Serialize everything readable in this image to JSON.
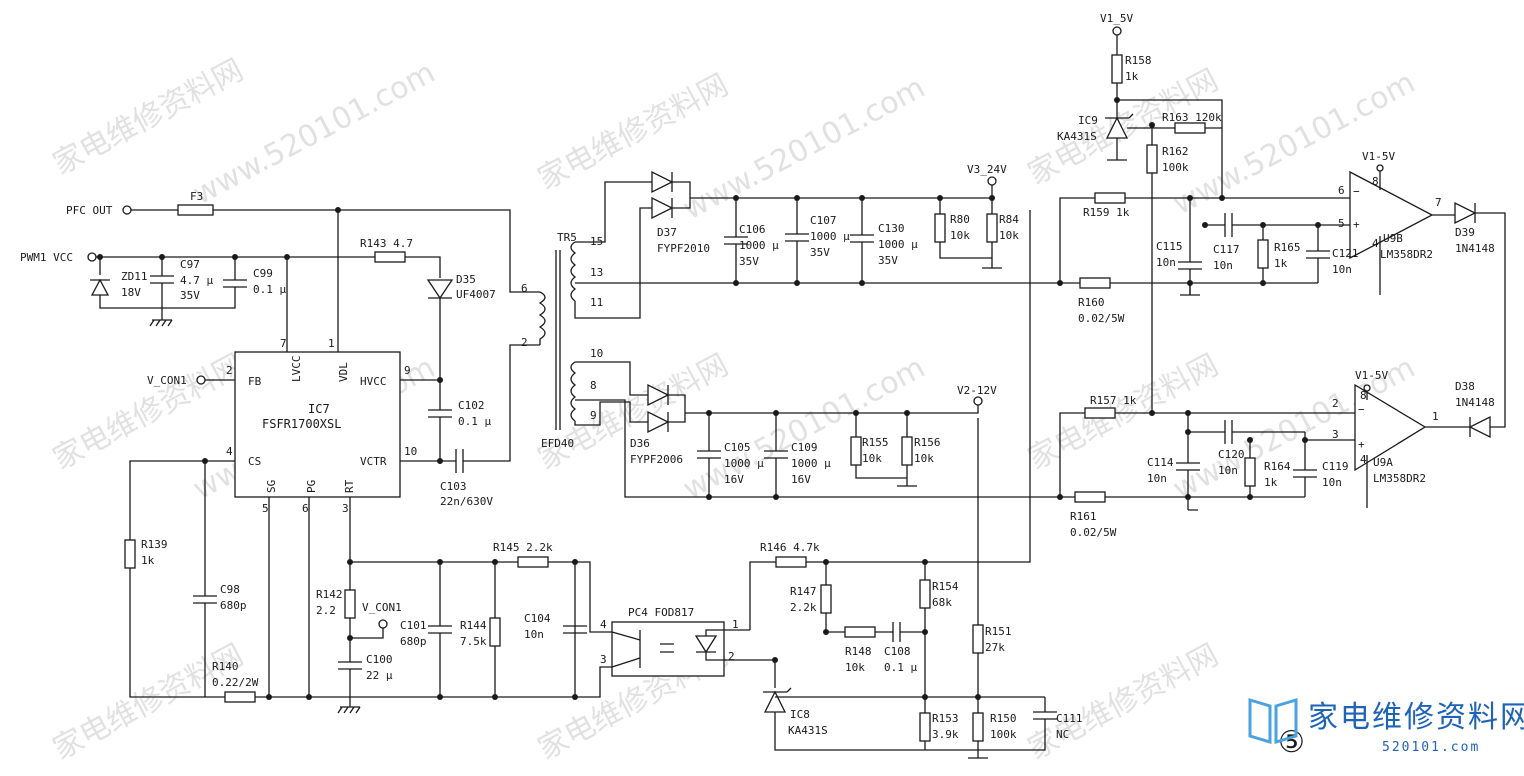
{
  "nets": {
    "pfc_out": "PFC OUT",
    "pwm1_vcc": "PWM1 VCC",
    "v_con1_a": "V_CON1",
    "v_con1_b": "V_CON1",
    "v3": "V3_24V",
    "v1_top": "V1_5V",
    "v1_u9b": "V1-5V",
    "v1_u9a": "V1-5V",
    "v2": "V2-12V"
  },
  "ic7": {
    "ref": "IC7",
    "part": "FSFR1700XSL",
    "pins": [
      "FB",
      "LVCC",
      "VDL",
      "HVCC",
      "CS",
      "SG",
      "PG",
      "RT",
      "VCTR"
    ],
    "pin_numbers": [
      "2",
      "7",
      "1",
      "9",
      "4",
      "5",
      "6",
      "3",
      "10"
    ]
  },
  "components": {
    "f3": "F3",
    "zd11": "ZD11",
    "zd11_val": "18V",
    "c97": "C97",
    "c97_val": "4.7 μ",
    "c97_v": "35V",
    "c99": "C99",
    "c99_val": "0.1 μ",
    "r143": "R143 4.7",
    "d35": "D35",
    "d35_val": "UF4007",
    "c102": "C102",
    "c102_val": "0.1 μ",
    "c103": "C103",
    "c103_val": "22n/630V",
    "r139": "R139",
    "r139_val": "1k",
    "c98": "C98",
    "c98_val": "680p",
    "r140": "R140",
    "r140_val": "0.22/2W",
    "r142": "R142",
    "r142_val": "2.2",
    "c100": "C100",
    "c100_val": "22 μ",
    "c101": "C101",
    "c101_val": "680p",
    "r144": "R144",
    "r144_val": "7.5k",
    "r145": "R145 2.2k",
    "c104": "C104",
    "c104_val": "10n",
    "pc4": "PC4 FOD817",
    "tr5": "TR5",
    "efd40": "EFD40",
    "d37": "D37",
    "d37_val": "FYPF2010",
    "c106": "C106",
    "c106_val": "1000 μ",
    "c106_v": "35V",
    "c107": "C107",
    "c107_val": "1000 μ",
    "c107_v": "35V",
    "c130": "C130",
    "c130_val": "1000 μ",
    "c130_v": "35V",
    "r80": "R80",
    "r80_val": "10k",
    "r84": "R84",
    "r84_val": "10k",
    "d36": "D36",
    "d36_val": "FYPF2006",
    "c105": "C105",
    "c105_val": "1000 μ",
    "c105_v": "16V",
    "c109": "C109",
    "c109_val": "1000 μ",
    "c109_v": "16V",
    "r155": "R155",
    "r155_val": "10k",
    "r156": "R156",
    "r156_val": "10k",
    "r146": "R146 4.7k",
    "r147": "R147",
    "r147_val": "2.2k",
    "r148": "R148",
    "r148_val": "10k",
    "c108": "C108",
    "c108_val": "0.1 μ",
    "r154": "R154",
    "r154_val": "68k",
    "r151": "R151",
    "r151_val": "27k",
    "ic8": "IC8",
    "ic8_val": "KA431S",
    "r153": "R153",
    "r153_val": "3.9k",
    "r150": "R150",
    "r150_val": "100k",
    "c111": "C111",
    "c111_val": "NC",
    "r158": "R158",
    "r158_val": "1k",
    "ic9": "IC9",
    "ic9_val": "KA431S",
    "r163": "R163 120k",
    "r162": "R162",
    "r162_val": "100k",
    "r159": "R159 1k",
    "c115": "C115",
    "c115_val": "10n",
    "c117": "C117",
    "c117_val": "10n",
    "r165": "R165",
    "r165_val": "1k",
    "c121": "C121",
    "c121_val": "10n",
    "u9b": "U9B",
    "u9b_val": "LM358DR2",
    "d39": "D39",
    "d39_val": "1N4148",
    "r160": "R160",
    "r160_val": "0.02/5W",
    "r157": "R157 1k",
    "c114": "C114",
    "c114_val": "10n",
    "c120": "C120",
    "c120_val": "10n",
    "r164": "R164",
    "r164_val": "1k",
    "c119": "C119",
    "c119_val": "10n",
    "u9a": "U9A",
    "u9a_val": "LM358DR2",
    "d38": "D38",
    "d38_val": "1N4148",
    "r161": "R161",
    "r161_val": "0.02/5W"
  },
  "pins": {
    "tr5_15": "15",
    "tr5_13": "13",
    "tr5_11": "11",
    "tr5_10": "10",
    "tr5_8": "8",
    "tr5_9": "9",
    "tr5_6": "6",
    "tr5_2": "2",
    "pc4_4": "4",
    "pc4_3": "3",
    "pc4_1": "1",
    "pc4_2": "2",
    "u9b_6": "6",
    "u9b_5": "5",
    "u9b_7": "7",
    "u9b_8": "8",
    "u9b_4": "4",
    "u9a_2": "2",
    "u9a_3": "3",
    "u9a_1": "1",
    "u9a_8": "8",
    "u9a_4": "4",
    "u9b_minus": "−",
    "u9b_plus": "+",
    "u9a_minus": "−",
    "u9a_plus": "+"
  },
  "page_number": "⑤",
  "watermark": {
    "url": "www.520101.com",
    "cn": "家电维修资料网"
  },
  "logo": {
    "text": "家电维修资料网",
    "url": "520101.com"
  }
}
